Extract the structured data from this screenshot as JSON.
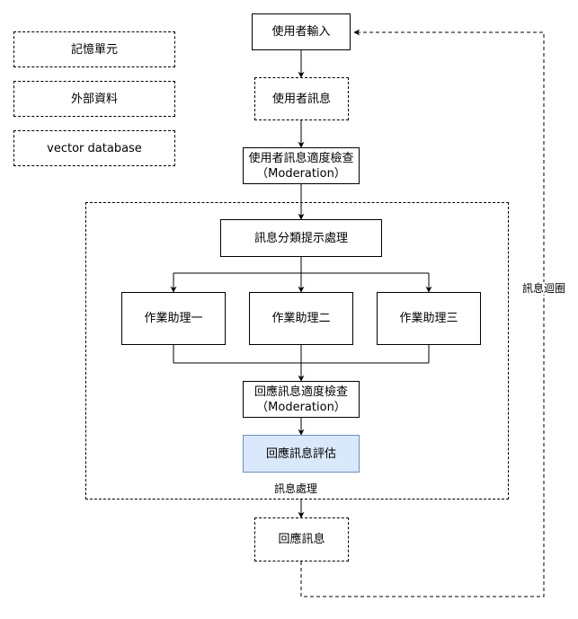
{
  "legend": {
    "memory_unit": "記憶單元",
    "external_data": "外部資料",
    "vector_db": "vector database"
  },
  "nodes": {
    "user_input": "使用者輸入",
    "user_message": "使用者訊息",
    "user_moderation_line1": "使用者訊息適度檢查",
    "user_moderation_line2": "（Moderation）",
    "classify_prompt": "訊息分類提示處理",
    "assistant_1": "作業助理一",
    "assistant_2": "作業助理二",
    "assistant_3": "作業助理三",
    "reply_moderation_line1": "回應訊息適度檢查",
    "reply_moderation_line2": "（Moderation）",
    "reply_evaluation": "回應訊息評估",
    "reply_message": "回應訊息"
  },
  "groups": {
    "message_processing": "訊息處理"
  },
  "edges": {
    "message_loop": "訊息迴圈"
  },
  "colors": {
    "highlight_fill": "#dae8fc",
    "highlight_border": "#6c8ebf"
  }
}
